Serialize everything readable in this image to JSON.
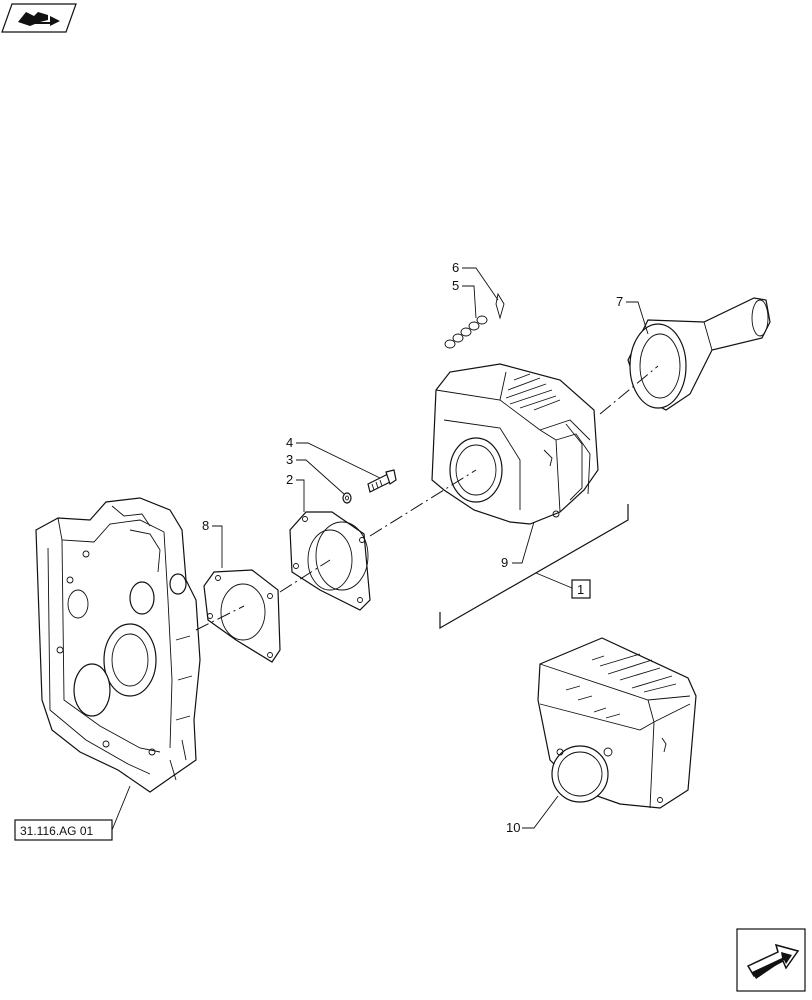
{
  "callouts": {
    "c1": "1",
    "c2": "2",
    "c3": "3",
    "c4": "4",
    "c5": "5",
    "c6": "6",
    "c7": "7",
    "c8": "8",
    "c9": "9",
    "c10": "10"
  },
  "reference": {
    "label": "31.116.AG 01"
  },
  "icons": {
    "top_left": "book-arrow-icon",
    "bottom_right": "next-page-arrow-icon"
  }
}
